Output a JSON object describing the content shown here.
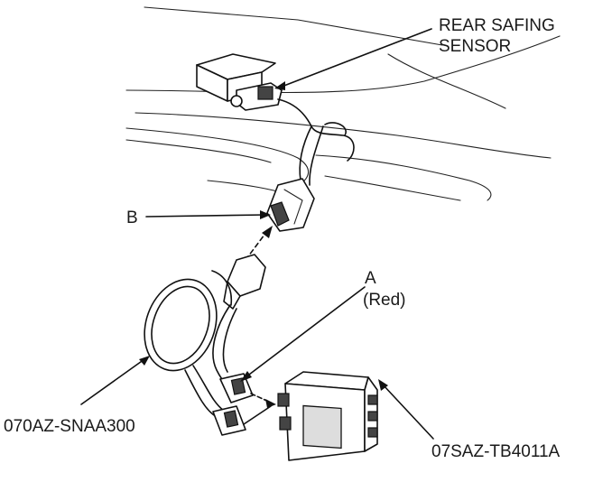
{
  "labels": {
    "rear_safing_sensor_line1": "REAR SAFING",
    "rear_safing_sensor_line2": "SENSOR",
    "b": "B",
    "a": "A",
    "a_note": "(Red)",
    "harness_part": "070AZ-SNAA300",
    "box_part": "07SAZ-TB4011A"
  }
}
